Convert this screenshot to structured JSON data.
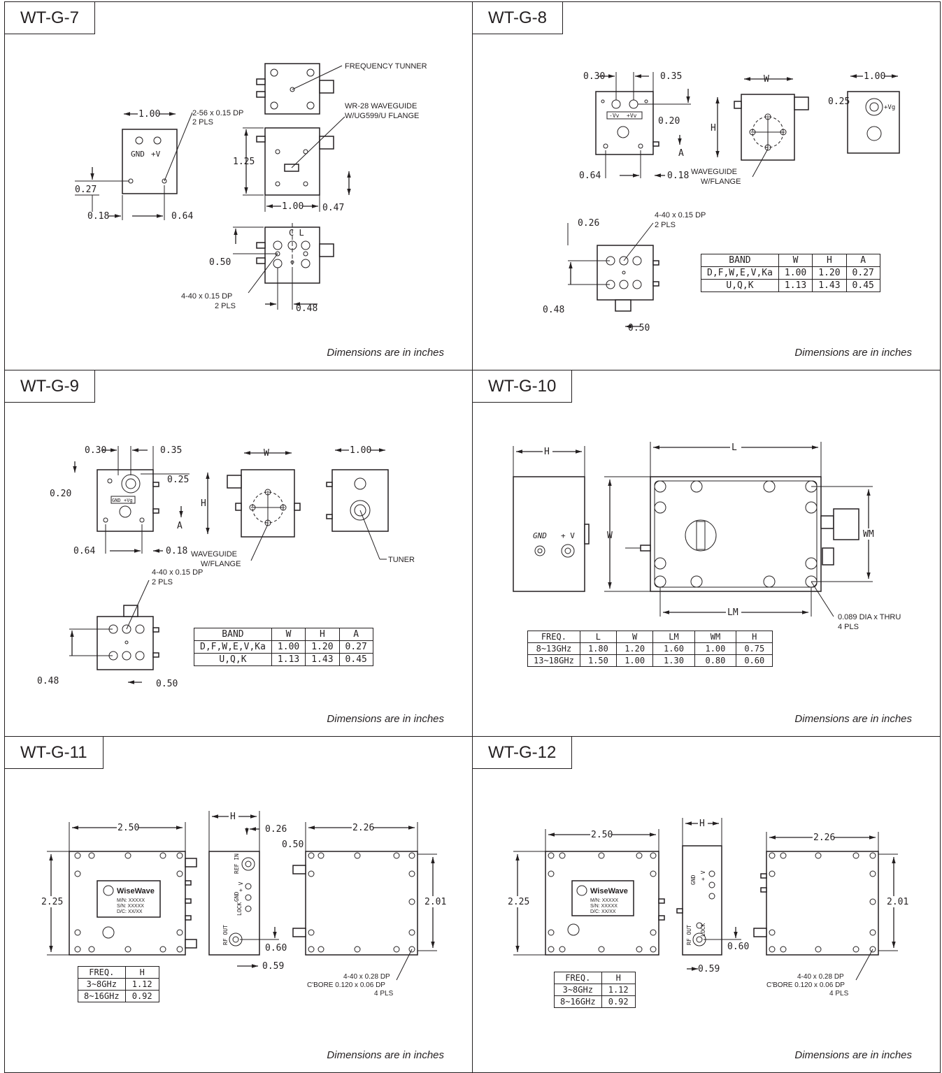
{
  "footer_note": "Dimensions are in inches",
  "panels": {
    "g7": {
      "title": "WT-G-7",
      "callouts": {
        "tuner": "FREQUENCY TUNNER",
        "wg1": "WR-28 WAVEGUIDE",
        "wg2": "W/UG599/U FLANGE",
        "tap1": "2-56 x 0.15 DP",
        "tap2": "2 PLS",
        "tap3": "4-40 x 0.15 DP",
        "tap4": "2 PLS"
      },
      "labels": {
        "gnd": "GND",
        "v": "+V"
      },
      "dims": {
        "d100a": "1.00",
        "d027": "0.27",
        "d018": "0.18",
        "d064": "0.64",
        "d125": "1.25",
        "d100b": "1.00",
        "d047": "0.47",
        "d050": "0.50",
        "d048": "0.48",
        "cl": "C L"
      }
    },
    "g8": {
      "title": "WT-G-8",
      "callouts": {
        "wg1": "WAVEGUIDE",
        "wg2": "W/FLANGE",
        "tap1": "4-40 x 0.15 DP",
        "tap2": "2 PLS"
      },
      "labels": {
        "vv": "-Vv",
        "pv": "+Vv",
        "vg": "+Vg"
      },
      "dims": {
        "d030": "0.30",
        "d035": "0.35",
        "d020": "0.20",
        "dA": "A",
        "d064": "0.64",
        "d018": "0.18",
        "dW": "W",
        "dH": "H",
        "d100": "1.00",
        "d025": "0.25",
        "d026": "0.26",
        "d048": "0.48",
        "d050": "0.50"
      },
      "table": {
        "headers": [
          "BAND",
          "W",
          "H",
          "A"
        ],
        "rows": [
          [
            "D,F,W,E,V,Ka",
            "1.00",
            "1.20",
            "0.27"
          ],
          [
            "U,Q,K",
            "1.13",
            "1.43",
            "0.45"
          ]
        ]
      }
    },
    "g9": {
      "title": "WT-G-9",
      "callouts": {
        "wg1": "WAVEGUIDE",
        "wg2": "W/FLANGE",
        "tuner": "TUNER",
        "tap1": "4-40 x 0.15 DP",
        "tap2": "2 PLS"
      },
      "labels": {
        "gnd": "GND",
        "vg": "+Vg"
      },
      "dims": {
        "d030": "0.30",
        "d035": "0.35",
        "d025": "0.25",
        "d020": "0.20",
        "dA": "A",
        "d064": "0.64",
        "d018": "0.18",
        "dW": "W",
        "dH": "H",
        "d100": "1.00",
        "d048": "0.48",
        "d050": "0.50"
      },
      "table": {
        "headers": [
          "BAND",
          "W",
          "H",
          "A"
        ],
        "rows": [
          [
            "D,F,W,E,V,Ka",
            "1.00",
            "1.20",
            "0.27"
          ],
          [
            "U,Q,K",
            "1.13",
            "1.43",
            "0.45"
          ]
        ]
      }
    },
    "g10": {
      "title": "WT-G-10",
      "callouts": {
        "hole1": "0.089 DIA x THRU",
        "hole2": "4 PLS"
      },
      "labels": {
        "gnd": "GND",
        "v": "+ V"
      },
      "dims": {
        "dH": "H",
        "dL": "L",
        "dW": "W",
        "dWM": "WM",
        "dLM": "LM"
      },
      "table": {
        "headers": [
          "FREQ.",
          "L",
          "W",
          "LM",
          "WM",
          "H"
        ],
        "rows": [
          [
            "8~13GHz",
            "1.80",
            "1.20",
            "1.60",
            "1.00",
            "0.75"
          ],
          [
            "13~18GHz",
            "1.50",
            "1.00",
            "1.30",
            "0.80",
            "0.60"
          ]
        ]
      }
    },
    "g11": {
      "title": "WT-G-11",
      "callouts": {
        "tap1": "4-40 x 0.28 DP",
        "tap2": "C'BORE 0.120 x 0.06 DP",
        "tap3": "4 PLS"
      },
      "labels": {
        "brand": "WiseWave",
        "mn": "M/N: XXXXX",
        "sn": "S/N: XXXXX",
        "dc": "D/C: XX/XX",
        "refin": "REF IN",
        "gnd": "GND",
        "v": "+ V",
        "lock": "LOCK",
        "rfout": "RF OUT"
      },
      "dims": {
        "d250": "2.50",
        "d225": "2.25",
        "dH": "H",
        "d026": "0.26",
        "d050": "0.50",
        "d060": "0.60",
        "d059": "0.59",
        "d226": "2.26",
        "d201": "2.01"
      },
      "table": {
        "headers": [
          "FREQ.",
          "H"
        ],
        "rows": [
          [
            "3~8GHz",
            "1.12"
          ],
          [
            "8~16GHz",
            "0.92"
          ]
        ]
      }
    },
    "g12": {
      "title": "WT-G-12",
      "callouts": {
        "tap1": "4-40 x 0.28 DP",
        "tap2": "C'BORE 0.120 x 0.06 DP",
        "tap3": "4 PLS"
      },
      "labels": {
        "brand": "WiseWave",
        "mn": "M/N: XXXXX",
        "sn": "S/N: XXXXX",
        "dc": "D/C: XX/XX",
        "gnd": "GND",
        "v": "+ V",
        "lock": "LOCK",
        "rfout": "RF OUT"
      },
      "dims": {
        "d250": "2.50",
        "d225": "2.25",
        "dH": "H",
        "d060": "0.60",
        "d059": "0.59",
        "d226": "2.26",
        "d201": "2.01"
      },
      "table": {
        "headers": [
          "FREQ.",
          "H"
        ],
        "rows": [
          [
            "3~8GHz",
            "1.12"
          ],
          [
            "8~16GHz",
            "0.92"
          ]
        ]
      }
    }
  }
}
